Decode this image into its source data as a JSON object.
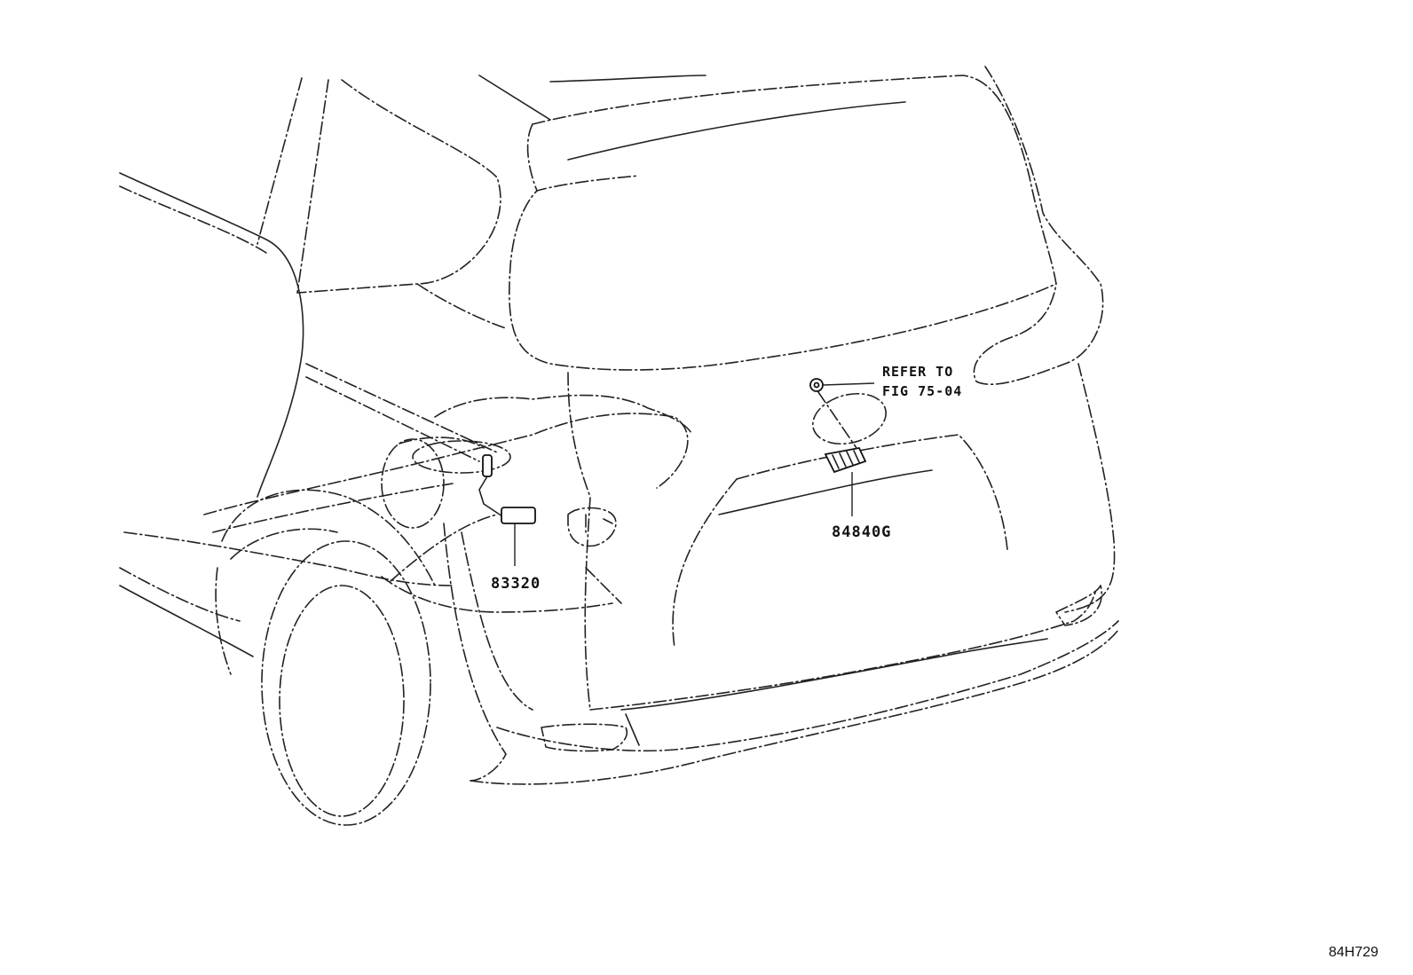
{
  "diagram": {
    "parts": [
      {
        "number": "83320"
      },
      {
        "number": "84840G"
      }
    ],
    "reference": {
      "line1": "REFER TO",
      "line2": "FIG 75-04"
    },
    "figure_id": "84H729"
  },
  "colors": {
    "line": "#222222",
    "background": "#ffffff"
  },
  "icons": [
    "fuel-sender-unit-icon",
    "switch-unit-icon",
    "clip-icon"
  ]
}
